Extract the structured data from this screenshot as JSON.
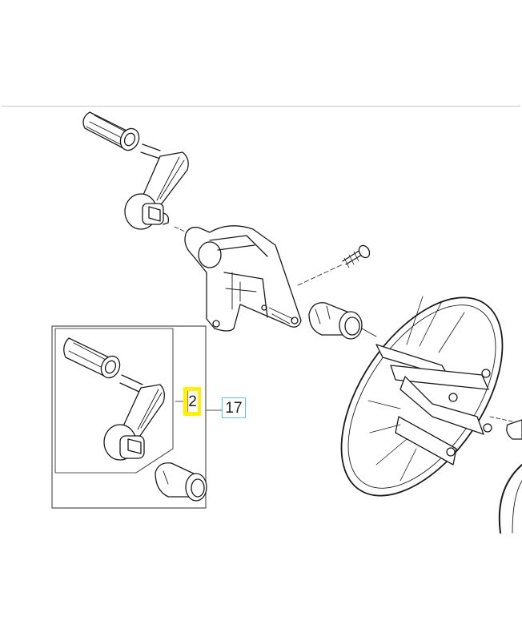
{
  "diagram": {
    "type": "exploded-parts-diagram",
    "subject": "Hose reel crank handle assembly",
    "callouts": [
      {
        "id": "2",
        "label": "2",
        "highlight_color": "#fff200",
        "position": "inset-group"
      },
      {
        "id": "17",
        "label": "17",
        "border_color": "#5ac8d8",
        "position": "outer-group"
      }
    ],
    "parts": [
      "grip-sleeve",
      "crank-arm",
      "mounting-bracket",
      "screw",
      "hub-coupling",
      "reel-drum-disc",
      "reel-drum-partial"
    ],
    "inset_groups": [
      {
        "name": "kit-17",
        "contains": [
          "kit-2",
          "hub-coupling"
        ]
      },
      {
        "name": "kit-2",
        "contains": [
          "grip-sleeve",
          "crank-arm"
        ]
      }
    ],
    "colors": {
      "line": "#1a1a1a",
      "frame": "#555555",
      "rule": "#c8c8c8"
    }
  }
}
